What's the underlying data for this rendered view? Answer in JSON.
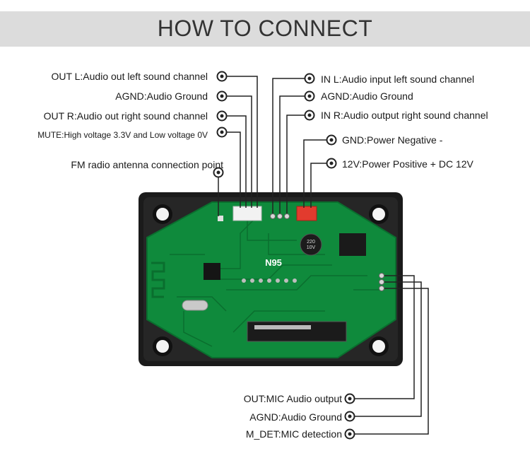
{
  "header": {
    "title": "HOW TO CONNECT"
  },
  "labels_top_left": [
    "OUT L:Audio out left sound channel",
    "AGND:Audio Ground",
    "OUT R:Audio out right sound channel",
    "MUTE:High voltage 3.3V and Low voltage 0V",
    "FM radio antenna connection point"
  ],
  "labels_top_right": [
    "IN L:Audio input left sound channel",
    "AGND:Audio Ground",
    "IN R:Audio output right sound channel",
    "GND:Power Negative -",
    "12V:Power Positive + DC 12V"
  ],
  "labels_bottom": [
    "OUT:MIC Audio output",
    "AGND:Audio Ground",
    "M_DET:MIC detection"
  ],
  "board": {
    "model": "N95",
    "capacitor_text": "220 10V"
  },
  "colors": {
    "pcb": "#0f8a3c",
    "pcb_dark": "#0a6e2e",
    "frame": "#1b1b1b",
    "wire": "#222222",
    "power_connector": "#e23b2e"
  }
}
